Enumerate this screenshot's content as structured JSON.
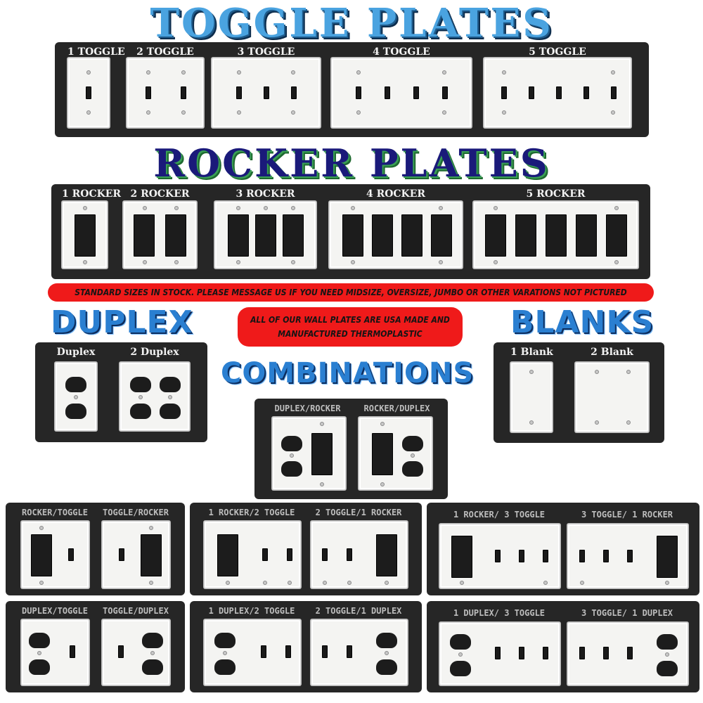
{
  "titles": {
    "toggle": "TOGGLE PLATES",
    "rocker": "ROCKER PLATES",
    "duplex": "DUPLEX",
    "blanks": "BLANKS",
    "combinations": "COMBINATIONS"
  },
  "banners": {
    "stock": "STANDARD SIZES IN STOCK. PLEASE MESSAGE US IF YOU NEED MIDSIZE, OVERSIZE, JUMBO OR OTHER VARATIONS NOT PICTURED",
    "usa_line1": "ALL OF OUR WALL PLATES ARE USA MADE AND",
    "usa_line2": "MANUFACTURED THERMOPLASTIC"
  },
  "toggle_labels": [
    "1 TOGGLE",
    "2 TOGGLE",
    "3 TOGGLE",
    "4 TOGGLE",
    "5 TOGGLE"
  ],
  "rocker_labels": [
    "1 ROCKER",
    "2 ROCKER",
    "3 ROCKER",
    "4 ROCKER",
    "5 ROCKER"
  ],
  "duplex_labels": [
    "Duplex",
    "2 Duplex"
  ],
  "blank_labels": [
    "1 Blank",
    "2 Blank"
  ],
  "combo_labels": [
    "DUPLEX/ROCKER",
    "ROCKER/DUPLEX"
  ],
  "grid_labels": {
    "r1": [
      "ROCKER/TOGGLE",
      "TOGGLE/ROCKER",
      "1 ROCKER/2 TOGGLE",
      "2 TOGGLE/1 ROCKER",
      "1 ROCKER/ 3 TOGGLE",
      "3 TOGGLE/ 1 ROCKER"
    ],
    "r2": [
      "DUPLEX/TOGGLE",
      "TOGGLE/DUPLEX",
      "1 DUPLEX/2 TOGGLE",
      "2 TOGGLE/1 DUPLEX",
      "1 DUPLEX/ 3 TOGGLE",
      "3 TOGGLE/ 1 DUPLEX"
    ]
  },
  "colors": {
    "panel": "#262626",
    "plate": "#f4f4f2",
    "banner": "#ef1a1a",
    "title_blue": "#2a7fd1",
    "title_navy": "#1a1a7a"
  }
}
